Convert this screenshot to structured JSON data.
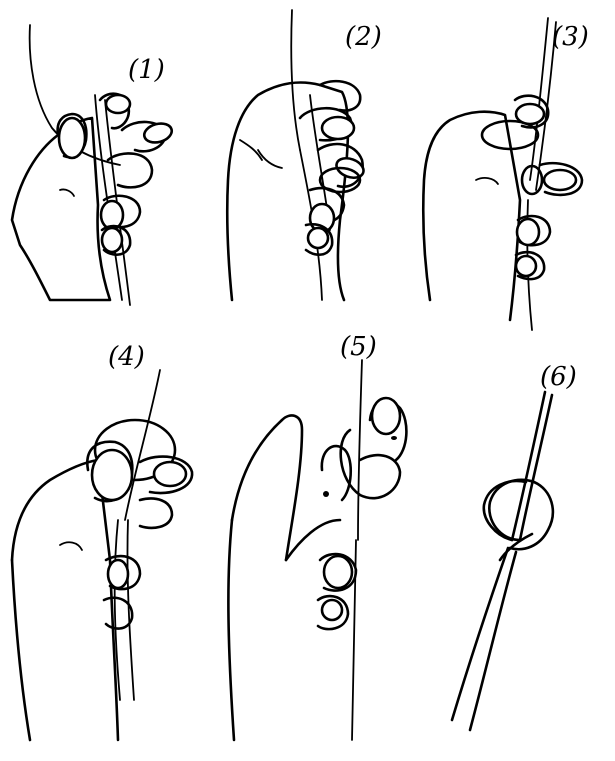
{
  "panels": [
    {
      "label": "(1)"
    },
    {
      "label": "(2)"
    },
    {
      "label": "(3)"
    },
    {
      "label": "(4)"
    },
    {
      "label": "(5)"
    },
    {
      "label": "(6)"
    }
  ]
}
